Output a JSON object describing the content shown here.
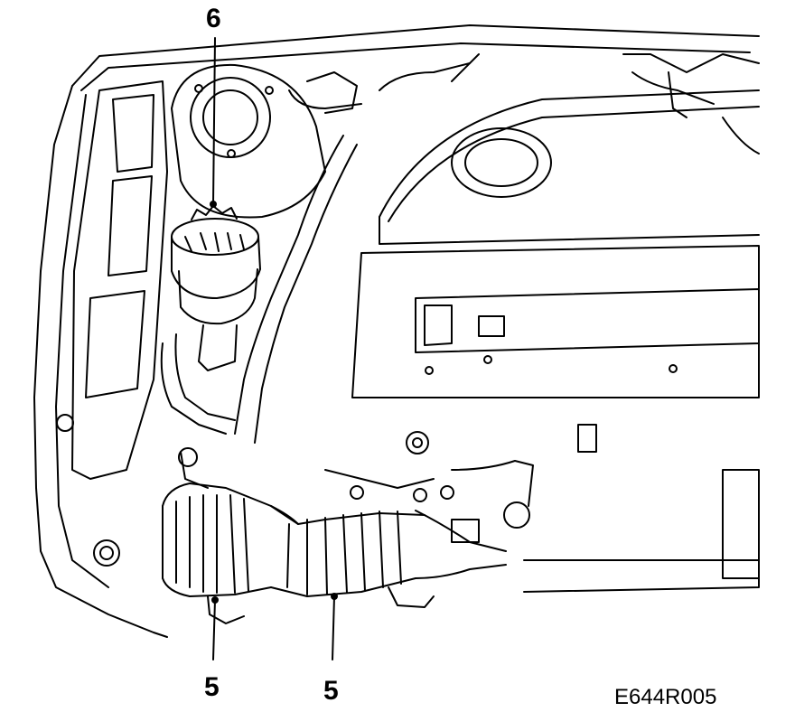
{
  "callouts": [
    {
      "id": "6",
      "label": "6"
    },
    {
      "id": "5a",
      "label": "5"
    },
    {
      "id": "5b",
      "label": "5"
    }
  ],
  "figure": {
    "reference_code": "E644R005"
  },
  "colors": {
    "line": "#000000",
    "background": "#ffffff"
  }
}
